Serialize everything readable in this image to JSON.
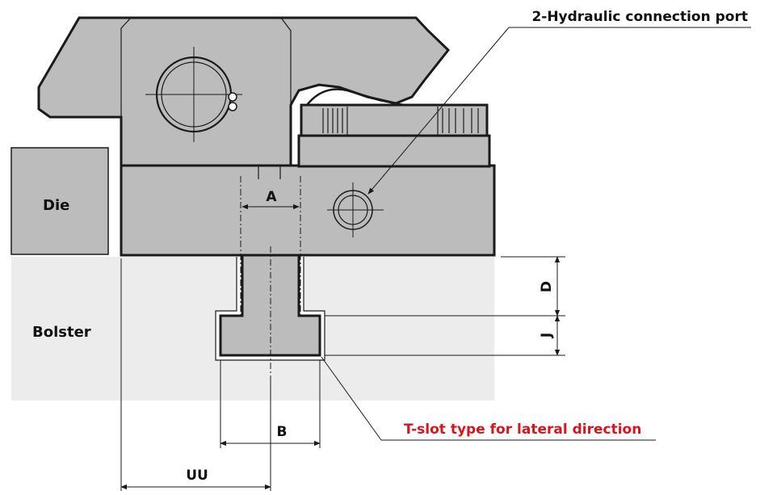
{
  "labels": {
    "die": "Die",
    "bolster": "Bolster",
    "hydraulic_port": "2-Hydraulic connection port",
    "tslot": "T-slot type for lateral direction"
  },
  "dimensions": {
    "a": "A",
    "b": "B",
    "d": "D",
    "j": "J",
    "uu": "UU"
  },
  "colors": {
    "body": "#bcbcbc",
    "bolster": "#ececec",
    "outline": "#1a1a1a",
    "accent": "#d9141c"
  }
}
